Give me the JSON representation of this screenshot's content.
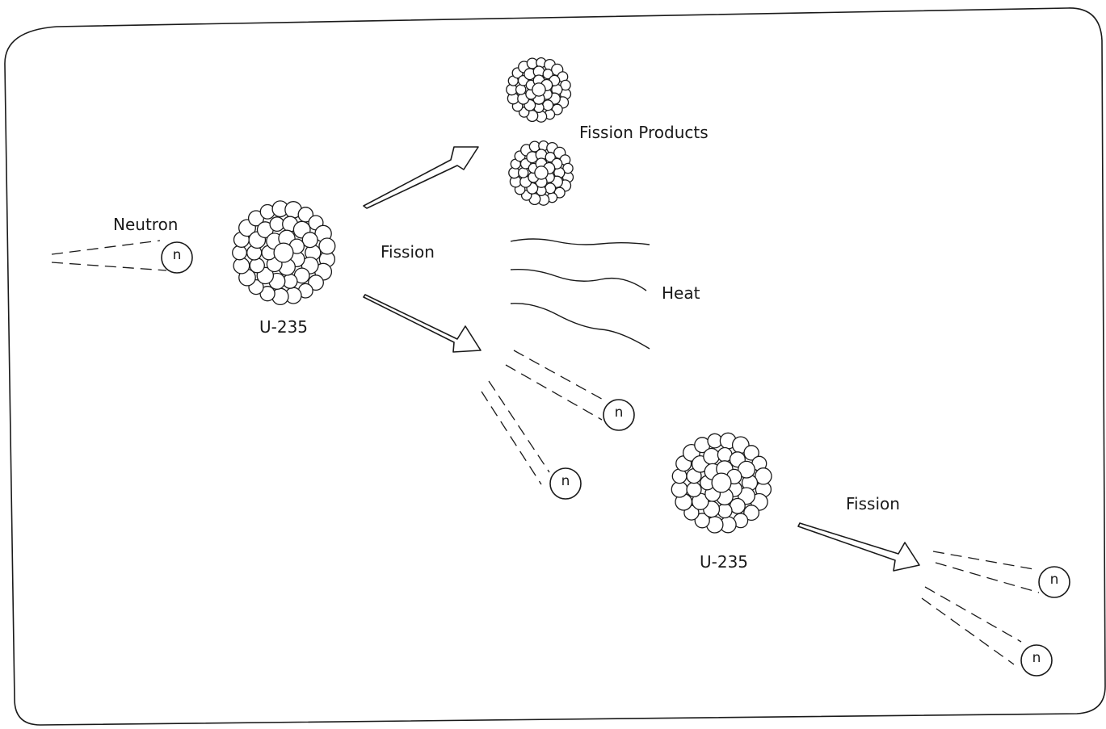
{
  "labels": {
    "neutron": "Neutron",
    "u235_primary": "U-235",
    "fission_primary": "Fission",
    "fission_products": "Fission Products",
    "heat": "Heat",
    "u235_secondary": "U-235",
    "fission_secondary": "Fission",
    "neutron_symbol": "n"
  },
  "colors": {
    "ink": "#1a1a1a",
    "background": "#ffffff"
  }
}
